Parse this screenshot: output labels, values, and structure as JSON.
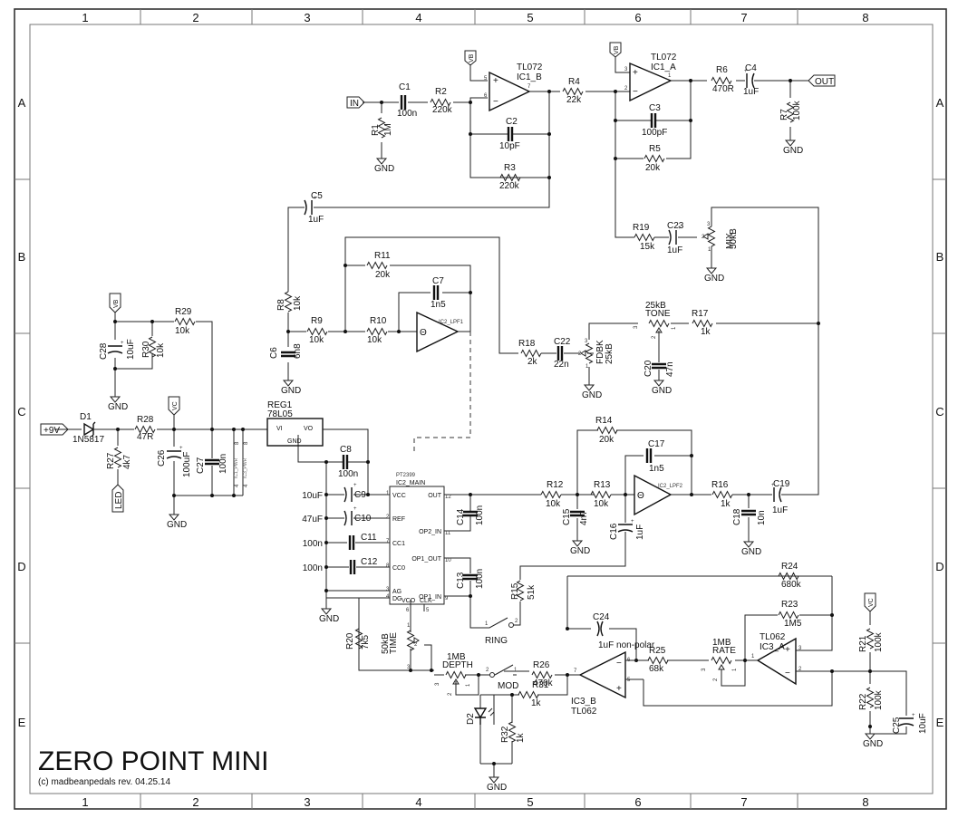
{
  "frame": {
    "columns": [
      "1",
      "2",
      "3",
      "4",
      "5",
      "6",
      "7",
      "8"
    ],
    "rows": [
      "A",
      "B",
      "C",
      "D",
      "E"
    ]
  },
  "title": {
    "main": "ZERO POINT MINI",
    "sub": "(c) madbeanpedals  rev. 04.25.14"
  },
  "ports": {
    "in": "IN",
    "out": "OUT",
    "power": "+9V",
    "led": "LED",
    "vb": "VB",
    "vc": "VC",
    "gnd": "GND"
  },
  "opamps": {
    "ic1b": {
      "type": "TL072",
      "ref": "IC1_B",
      "pins": {
        "plus": "5",
        "minus": "6",
        "out": "7"
      }
    },
    "ic1a": {
      "type": "TL072",
      "ref": "IC1_A",
      "pins": {
        "plus": "3",
        "minus": "2",
        "out": "1"
      }
    },
    "lpf1": {
      "ref": "IC2_LPF1",
      "sym": "Θ"
    },
    "lpf2": {
      "ref": "IC2_LPF2",
      "sym": "Θ"
    },
    "ic3b": {
      "type": "TL062",
      "ref": "IC3_B",
      "pins": {
        "minus": "6",
        "plus": "5",
        "out": "7"
      }
    },
    "ic3a": {
      "type": "TL062",
      "ref": "IC3_A",
      "pins": {
        "plus": "3",
        "minus": "2",
        "out": "1"
      }
    }
  },
  "regulator": {
    "ref": "REG1",
    "type": "78L05",
    "vi": "VI",
    "vo": "VO",
    "gnd": "GND"
  },
  "pt2399": {
    "type": "PT2399",
    "ref": "IC2_MAIN",
    "left_pins": [
      {
        "name": "VCC",
        "num": "1"
      },
      {
        "name": "REF",
        "num": "2"
      },
      {
        "name": "CC1",
        "num": "7"
      },
      {
        "name": "CC0",
        "num": "8"
      },
      {
        "name": "AG",
        "num": "3"
      },
      {
        "name": "DG",
        "num": "4"
      }
    ],
    "right_pins": [
      {
        "name": "OUT",
        "num": "12"
      },
      {
        "name": "OP2_IN",
        "num": "11"
      },
      {
        "name": "OP1_OUT",
        "num": "10"
      },
      {
        "name": "OP1_IN",
        "num": "9"
      }
    ],
    "bottom_pins": [
      {
        "name": "VCO",
        "num": "6"
      },
      {
        "name": "CLK",
        "num": "5"
      }
    ]
  },
  "power_pins": {
    "ic1": "IC1_PWR",
    "ic3": "IC3_PWR",
    "pin_top": "8",
    "pin_bottom": "4"
  },
  "resistors": {
    "R1": {
      "ref": "R1",
      "val": "1M"
    },
    "R2": {
      "ref": "R2",
      "val": "220k"
    },
    "R3": {
      "ref": "R3",
      "val": "220k"
    },
    "R4": {
      "ref": "R4",
      "val": "22k"
    },
    "R5": {
      "ref": "R5",
      "val": "20k"
    },
    "R6": {
      "ref": "R6",
      "val": "470R"
    },
    "R7": {
      "ref": "R7",
      "val": "100k"
    },
    "R8": {
      "ref": "R8",
      "val": "10k"
    },
    "R9": {
      "ref": "R9",
      "val": "10k"
    },
    "R10": {
      "ref": "R10",
      "val": "10k"
    },
    "R11": {
      "ref": "R11",
      "val": "20k"
    },
    "R12": {
      "ref": "R12",
      "val": "10k"
    },
    "R13": {
      "ref": "R13",
      "val": "10k"
    },
    "R14": {
      "ref": "R14",
      "val": "20k"
    },
    "R15": {
      "ref": "R15",
      "val": "51k"
    },
    "R16": {
      "ref": "R16",
      "val": "1k"
    },
    "R17": {
      "ref": "R17",
      "val": "1k"
    },
    "R18": {
      "ref": "R18",
      "val": "2k"
    },
    "R19": {
      "ref": "R19",
      "val": "15k"
    },
    "R20": {
      "ref": "R20",
      "val": "7k5"
    },
    "R21": {
      "ref": "R21",
      "val": "100k"
    },
    "R22": {
      "ref": "R22",
      "val": "100k"
    },
    "R23": {
      "ref": "R23",
      "val": "1M5"
    },
    "R24": {
      "ref": "R24",
      "val": "680k"
    },
    "R25": {
      "ref": "R25",
      "val": "68k"
    },
    "R26": {
      "ref": "R26",
      "val": "470k"
    },
    "R27": {
      "ref": "R27",
      "val": "4k7"
    },
    "R28": {
      "ref": "R28",
      "val": "47R"
    },
    "R29": {
      "ref": "R29",
      "val": "10k"
    },
    "R30": {
      "ref": "R30",
      "val": "10k"
    },
    "R31": {
      "ref": "R31",
      "val": "1k"
    },
    "R32": {
      "ref": "R32",
      "val": "1k"
    }
  },
  "capacitors": {
    "C1": {
      "ref": "C1",
      "val": "100n"
    },
    "C2": {
      "ref": "C2",
      "val": "10pF"
    },
    "C3": {
      "ref": "C3",
      "val": "100pF"
    },
    "C4": {
      "ref": "C4",
      "val": "1uF"
    },
    "C5": {
      "ref": "C5",
      "val": "1uF"
    },
    "C6": {
      "ref": "C6",
      "val": "6n8"
    },
    "C7": {
      "ref": "C7",
      "val": "1n5"
    },
    "C8": {
      "ref": "C8",
      "val": "100n"
    },
    "C9": {
      "ref": "C9",
      "val": "10uF"
    },
    "C10": {
      "ref": "C10",
      "val": "47uF"
    },
    "C11": {
      "ref": "C11",
      "val": "100n"
    },
    "C12": {
      "ref": "C12",
      "val": "100n"
    },
    "C13": {
      "ref": "C13",
      "val": "100n"
    },
    "C14": {
      "ref": "C14",
      "val": "100n"
    },
    "C15": {
      "ref": "C15",
      "val": "4n7"
    },
    "C16": {
      "ref": "C16",
      "val": "1uF"
    },
    "C17": {
      "ref": "C17",
      "val": "1n5"
    },
    "C18": {
      "ref": "C18",
      "val": "10n"
    },
    "C19": {
      "ref": "C19",
      "val": "1uF"
    },
    "C20": {
      "ref": "C20",
      "val": "47n"
    },
    "C22": {
      "ref": "C22",
      "val": "22n"
    },
    "C23": {
      "ref": "C23",
      "val": "1uF"
    },
    "C24": {
      "ref": "C24",
      "val": "1uF non-polar"
    },
    "C25": {
      "ref": "C25",
      "val": "10uF"
    },
    "C26": {
      "ref": "C26",
      "val": "100uF"
    },
    "C27": {
      "ref": "C27",
      "val": "100n"
    },
    "C28": {
      "ref": "C28",
      "val": "10uF"
    }
  },
  "pots": {
    "mix": {
      "name": "MIX",
      "val": "50kB"
    },
    "fdbk": {
      "name": "FDBK",
      "val": "25kB"
    },
    "tone": {
      "name": "TONE",
      "val": "25kB"
    },
    "time": {
      "name": "TIME",
      "val": "50kB"
    },
    "depth": {
      "name": "DEPTH",
      "val": "1MB"
    },
    "rate": {
      "name": "RATE",
      "val": "1MB"
    }
  },
  "diodes": {
    "D1": {
      "ref": "D1",
      "val": "1N5817"
    },
    "D2": {
      "ref": "D2"
    }
  },
  "switches": {
    "ring": {
      "name": "RING",
      "p1": "1",
      "p2": "2"
    },
    "mod": {
      "name": "MOD",
      "p1": "1",
      "p2": "2"
    }
  },
  "potpins": {
    "p1": "1",
    "p2": "2",
    "p3": "3"
  }
}
